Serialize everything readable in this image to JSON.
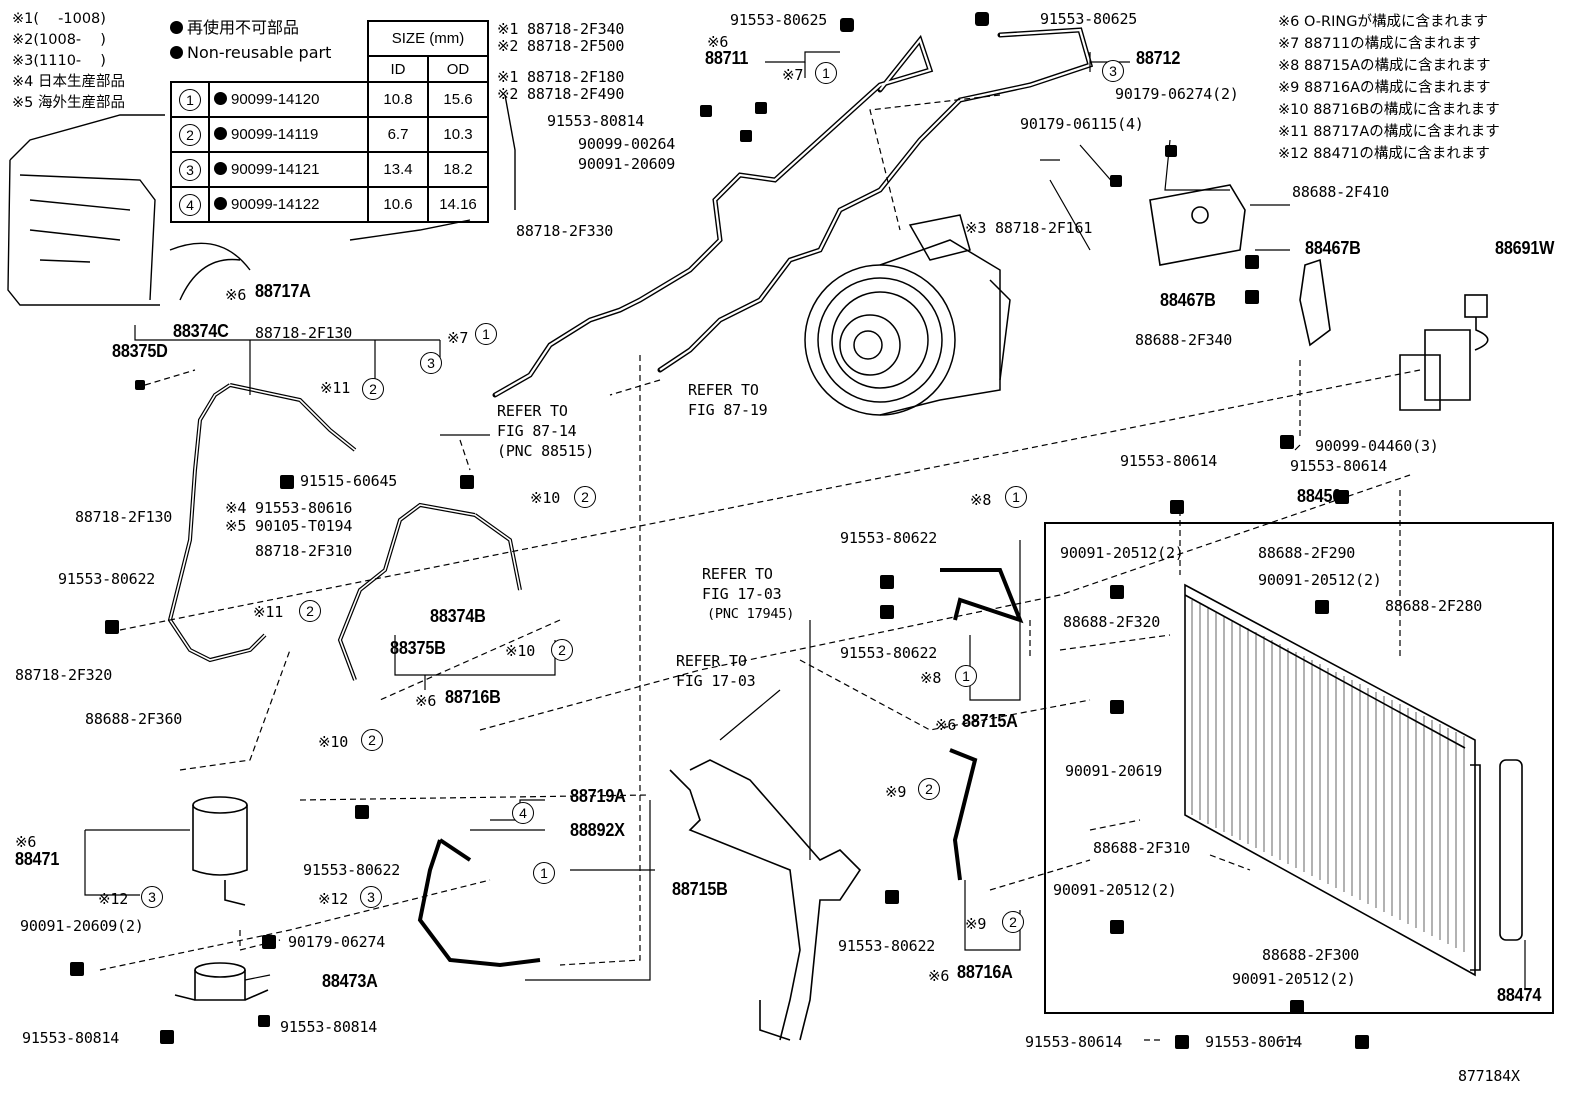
{
  "legend": {
    "notes_left": [
      "※1(　 -1008)",
      "※2(1008-　 )",
      "※3(1110-　 )",
      "※4 日本生産部品",
      "※5 海外生産部品"
    ],
    "non_reusable_jp": "再使用不可部品",
    "non_reusable_en": "Non-reusable part",
    "size_header": "SIZE (mm)",
    "col_id": "ID",
    "col_od": "OD",
    "rows": [
      {
        "n": "1",
        "part": "90099-14120",
        "id": "10.8",
        "od": "15.6"
      },
      {
        "n": "2",
        "part": "90099-14119",
        "id": "6.7",
        "od": "10.3"
      },
      {
        "n": "3",
        "part": "90099-14121",
        "id": "13.4",
        "od": "18.2"
      },
      {
        "n": "4",
        "part": "90099-14122",
        "id": "10.6",
        "od": "14.16"
      }
    ]
  },
  "notes_right": [
    "※6 O-RINGが構成に含まれます",
    "※7 88711の構成に含まれます",
    "※8 88715Aの構成に含まれます",
    "※9 88716Aの構成に含まれます",
    "※10 88716Bの構成に含まれます",
    "※11 88717Aの構成に含まれます",
    "※12 88471の構成に含まれます"
  ],
  "parts": {
    "p88718_2F340": "※1 88718-2F340",
    "p88718_2F500": "※2 88718-2F500",
    "p88718_2F180": "※1 88718-2F180",
    "p88718_2F490": "※2 88718-2F490",
    "p91553_80814_top": "91553-80814",
    "p90099_00264": "90099-00264",
    "p90091_20609_top": "90091-20609",
    "p91553_80625_a": "91553-80625",
    "p91553_80625_b": "91553-80625",
    "p88711_mark": "※6",
    "p88711": "88711",
    "p88711_note": "※7",
    "p88712": "88712",
    "p90179_06274_2": "90179-06274(2)",
    "p90179_06115_4": "90179-06115(4)",
    "p88718_2F161": "※3 88718-2F161",
    "p88688_2F410": "88688-2F410",
    "p88467B_a": "88467B",
    "p88467B_b": "88467B",
    "p88691W": "88691W",
    "p88688_2F340": "88688-2F340",
    "p88718_2F330": "88718-2F330",
    "p88717A_mark": "※6",
    "p88717A": "88717A",
    "p88374C": "88374C",
    "p88718_2F130_a": "88718-2F130",
    "p88375D": "88375D",
    "p7note": "※7",
    "p11note_a": "※11",
    "refer_87_14_a": "REFER TO",
    "refer_87_14_b": "FIG 87-14",
    "refer_87_14_c": "(PNC 88515)",
    "refer_87_19_a": "REFER TO",
    "refer_87_19_b": "FIG 87-19",
    "p90099_04460_3": "90099-04460(3)",
    "p91553_80614_a": "91553-80614",
    "p91553_80614_b": "91553-80614",
    "p91515_60645": "91515-60645",
    "p91553_80616": "※4 91553-80616",
    "p90105_T0194": "※5 90105-T0194",
    "p88718_2F310": "88718-2F310",
    "p88718_2F130_b": "88718-2F130",
    "p10note_a": "※10",
    "p88450": "88450",
    "p8note_a": "※8",
    "p91553_80622_a": "91553-80622",
    "p91553_80622_b": "91553-80622",
    "p90091_20512_a": "90091-20512(2)",
    "p88688_2F290": "88688-2F290",
    "p90091_20512_b": "90091-20512(2)",
    "p88688_2F320": "88688-2F320",
    "p88688_2F280": "88688-2F280",
    "p91553_80622_left": "91553-80622",
    "p11note_b": "※11",
    "p88374B": "88374B",
    "p88375B": "88375B",
    "p10note_b": "※10",
    "p88716B_mark": "※6",
    "p88716B": "88716B",
    "p8note_b": "※8",
    "p88715A_mark": "※6",
    "p88715A": "88715A",
    "p88718_2F320": "88718-2F320",
    "p88688_2F360": "88688-2F360",
    "p10note_c": "※10",
    "p90091_20619": "90091-20619",
    "refer_17_03a_a": "REFER TO",
    "refer_17_03a_b": "FIG 17-03",
    "refer_17_03a_c": "(PNC 17945)",
    "refer_17_03b_a": "REFER TO",
    "refer_17_03b_b": "FIG 17-03",
    "p9note_a": "※9",
    "p88719A": "88719A",
    "p88892X": "88892X",
    "p88471_mark": "※6",
    "p88471": "88471",
    "p12note_a": "※12",
    "p12note_b": "※12",
    "p91553_80622_c": "91553-80622",
    "p88715B": "88715B",
    "p88688_2F310": "88688-2F310",
    "p90091_20512_c": "90091-20512(2)",
    "p90091_20609_2": "90091-20609(2)",
    "p90179_06274": "90179-06274",
    "p91553_80622_d": "91553-80622",
    "p9note_b": "※9",
    "p88716A_mark": "※6",
    "p88716A": "88716A",
    "p88473A": "88473A",
    "p88688_2F300": "88688-2F300",
    "p90091_20512_d": "90091-20512(2)",
    "p88474": "88474",
    "p91553_80814_b": "91553-80814",
    "p91553_80814_c": "91553-80814",
    "p91553_80614_c": "91553-80614",
    "p91553_80614_d": "91553-80614",
    "fig_id": "877184X"
  },
  "circles": [
    "1",
    "2",
    "3",
    "4"
  ]
}
